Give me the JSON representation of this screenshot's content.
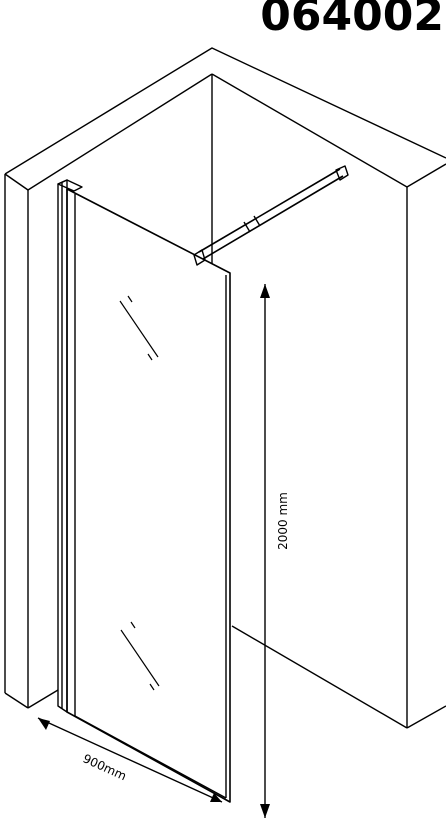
{
  "product_code": "064002",
  "dimensions": {
    "height_label": "2000 mm",
    "width_label": "900mm"
  },
  "colors": {
    "line": "#000000",
    "background": "#ffffff"
  }
}
